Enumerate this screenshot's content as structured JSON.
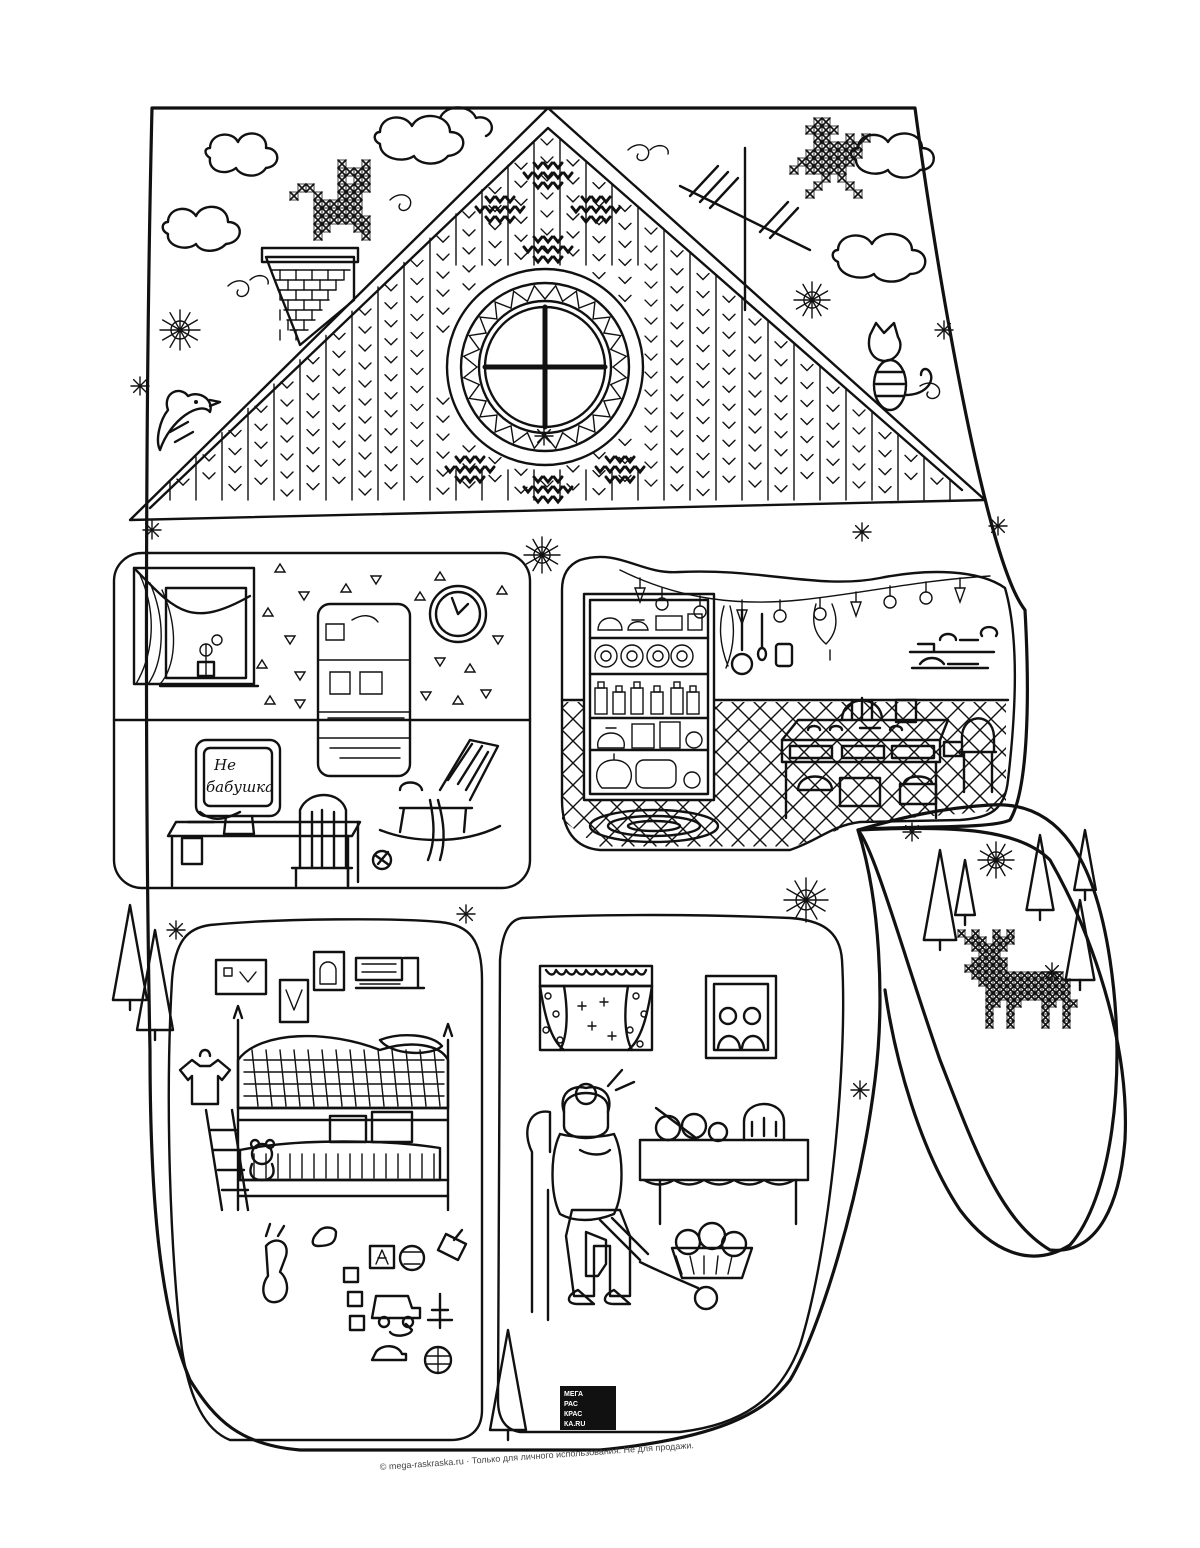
{
  "computer_sign": {
    "line1": "Не",
    "line2": "бабушка"
  },
  "logo": {
    "lines": [
      "МЕГА",
      "РАС",
      "КРАС",
      "КА.RU"
    ]
  },
  "footer": {
    "copyright": "© mega-raskraska.ru · Только для личного использования. Не для продажи."
  },
  "colors": {
    "stroke": "#111111",
    "background": "#ffffff"
  },
  "scene": {
    "subject": "mitten-shaped house",
    "rooms": [
      "living room",
      "kitchen",
      "kids bedroom",
      "grandma knitting room"
    ],
    "icons": [
      "cloud-icon",
      "snowflake-icon",
      "bird-icon",
      "cat-icon",
      "deer-icon",
      "tree-icon",
      "clock-icon",
      "rocking-chair-icon",
      "bunk-bed-icon",
      "ball-of-yarn-icon"
    ]
  }
}
